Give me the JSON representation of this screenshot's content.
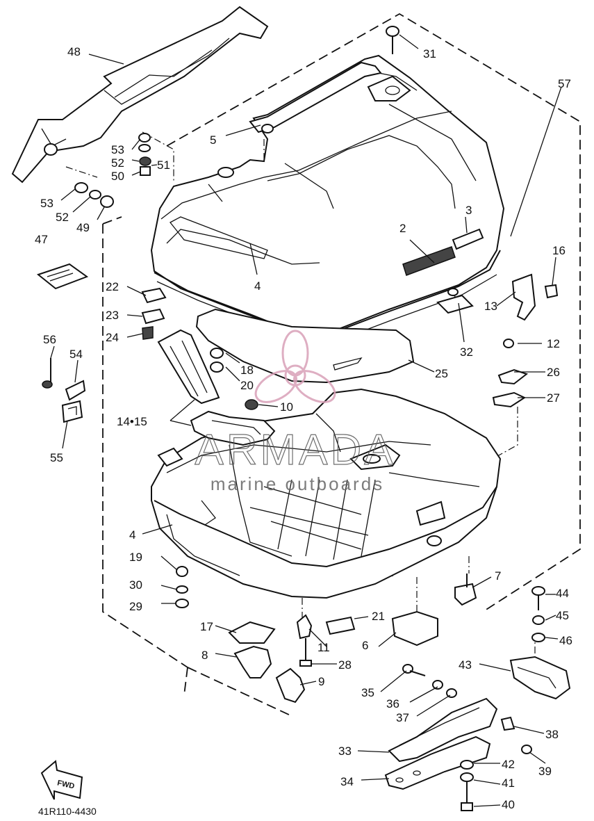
{
  "diagram": {
    "watermark": {
      "title": "ARMADA",
      "subtitle": "marine outboards",
      "accent_color": "#d9a0b8"
    },
    "part_number": "41R110-4430",
    "fwd_label": "FWD",
    "labels": [
      "48",
      "31",
      "57",
      "5",
      "53",
      "52",
      "51",
      "50",
      "53",
      "52",
      "49",
      "47",
      "2",
      "3",
      "16",
      "4",
      "22",
      "13",
      "23",
      "32",
      "12",
      "24",
      "56",
      "54",
      "18",
      "25",
      "26",
      "20",
      "10",
      "27",
      "14•15",
      "55",
      "4",
      "19",
      "7",
      "30",
      "44",
      "29",
      "45",
      "17",
      "21",
      "46",
      "11",
      "6",
      "8",
      "28",
      "43",
      "9",
      "35",
      "36",
      "37",
      "38",
      "33",
      "42",
      "39",
      "34",
      "41",
      "40"
    ]
  }
}
